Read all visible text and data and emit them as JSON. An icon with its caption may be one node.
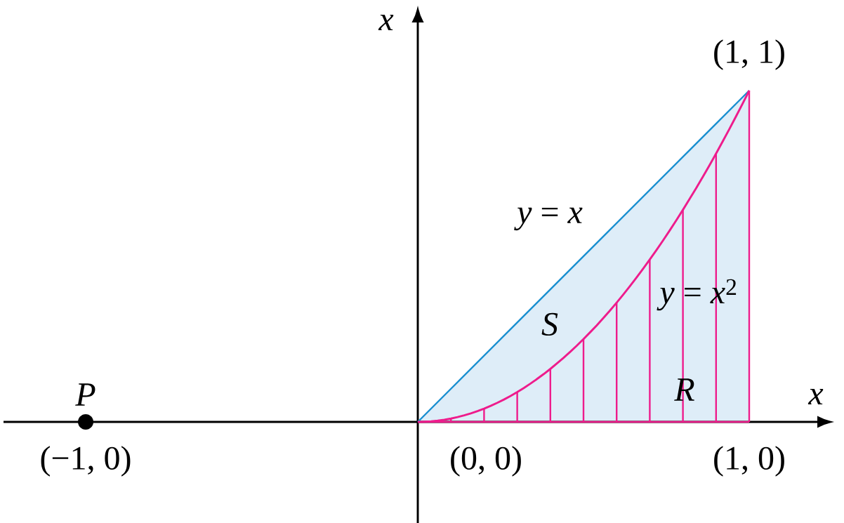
{
  "diagram": {
    "labels": [
      "x",
      "(1, 1)",
      "*y* = *x*",
      "*y* = *x*$^{2}$",
      "S",
      "P",
      "R",
      "x",
      "(−1, 0)",
      "(0, 0)",
      "(1, 0)"
    ]
  }
}
